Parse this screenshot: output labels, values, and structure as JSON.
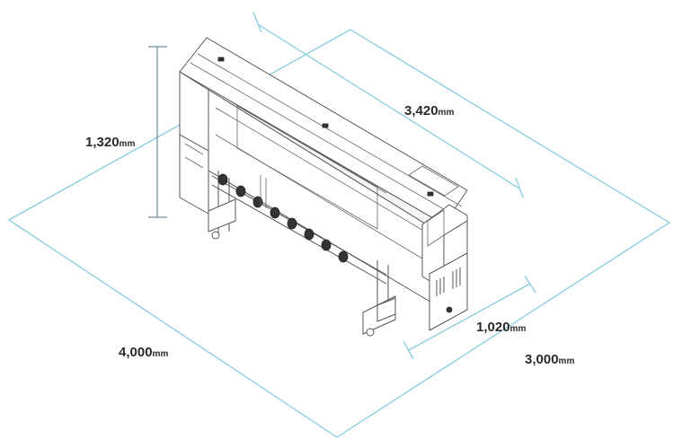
{
  "dimensions": {
    "height": {
      "value": "1,320",
      "unit": "mm"
    },
    "machine_length": {
      "value": "3,420",
      "unit": "mm"
    },
    "machine_depth": {
      "value": "1,020",
      "unit": "mm"
    },
    "floor_length": {
      "value": "4,000",
      "unit": "mm"
    },
    "floor_depth": {
      "value": "3,000",
      "unit": "mm"
    }
  },
  "colors": {
    "dimension_line": "#86cddd",
    "machine_outline": "#555555",
    "background": "#ffffff"
  }
}
